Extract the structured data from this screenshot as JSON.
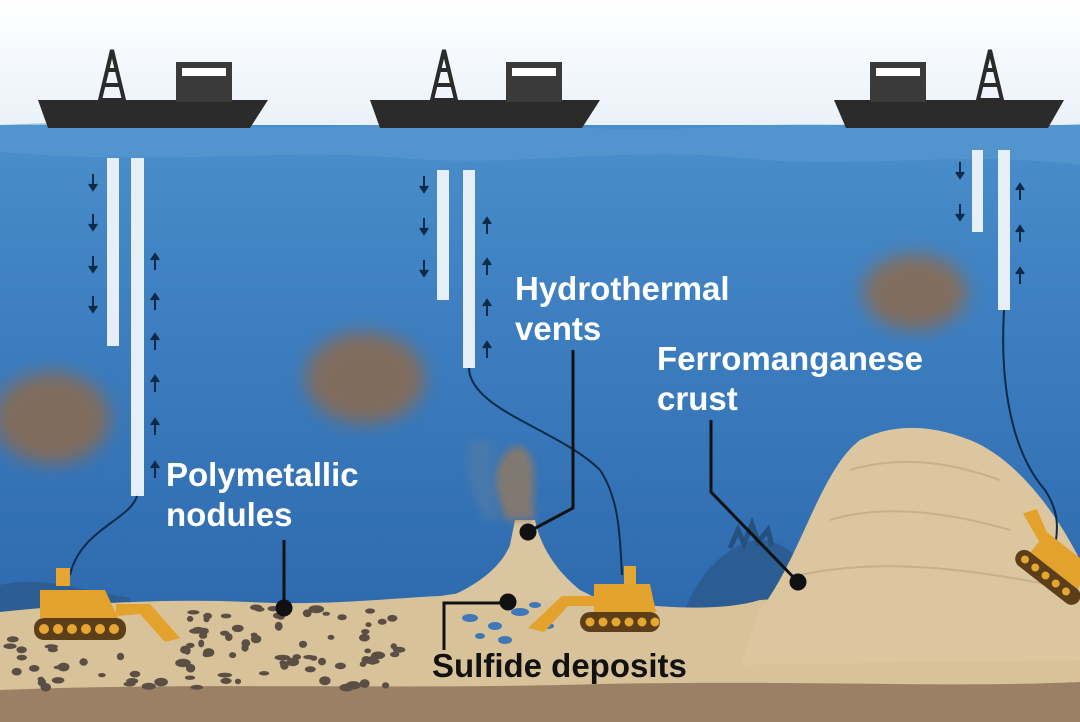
{
  "labels": {
    "hydrothermal_line1": "Hydrothermal",
    "hydrothermal_line2": "vents",
    "ferro_line1": "Ferromanganese",
    "ferro_line2": "crust",
    "poly_line1": "Polymetallic",
    "poly_line2": "nodules",
    "sulfide": "Sulfide deposits"
  },
  "colors": {
    "sky": "#f4f8fb",
    "sea_surface": "#3d83c4",
    "sea_deep": "#2f6db2",
    "seabed": "#d9c39a",
    "rock_dark": "#2f5f92",
    "plume": "#8c6b4f",
    "machine": "#e3a52a",
    "ship": "#2b2b2b",
    "label_text": "#ffffff",
    "label_dark": "#111111"
  },
  "icons": [
    "ship-icon",
    "drilling-derrick-icon",
    "mining-crawler-icon",
    "riser-pipe-icon"
  ]
}
